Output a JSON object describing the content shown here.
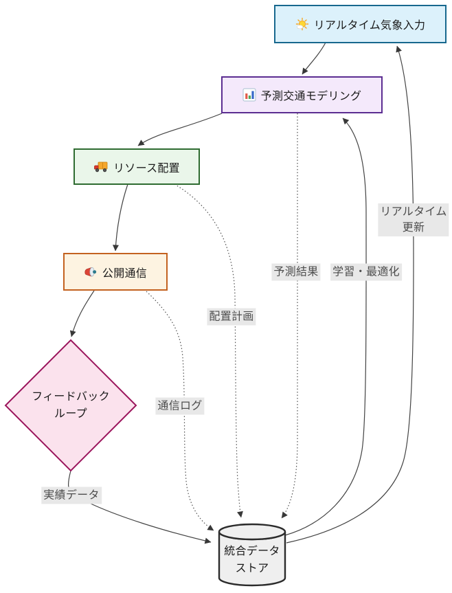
{
  "diagram": {
    "nodes": {
      "weather_input": {
        "label": "リアルタイム気象入力",
        "icon": "sun-icon",
        "fill": "#dcf1fb",
        "stroke": "#17688e"
      },
      "traffic_modeling": {
        "label": "予測交通モデリング",
        "icon": "bar-chart-icon",
        "fill": "#f4e9fb",
        "stroke": "#5b2d91"
      },
      "resource_allocation": {
        "label": "リソース配置",
        "icon": "truck-icon",
        "fill": "#eaf6ea",
        "stroke": "#2e6b30"
      },
      "public_communication": {
        "label": "公開通信",
        "icon": "megaphone-icon",
        "fill": "#fdf3e1",
        "stroke": "#c3611f"
      },
      "feedback_loop": {
        "label_line1": "フィードバック",
        "label_line2": "ループ",
        "fill": "#fbe2ed",
        "stroke": "#9b155c"
      },
      "data_store": {
        "label_line1": "統合データ",
        "label_line2": "ストア",
        "fill": "#efefef",
        "stroke": "#2b2b2b"
      }
    },
    "edge_labels": {
      "realtime_update": {
        "line1": "リアルタイム",
        "line2": "更新"
      },
      "learning_optimization": "学習・最適化",
      "prediction_result": "予測結果",
      "placement_plan": "配置計画",
      "communication_log": "通信ログ",
      "actual_data": "実績データ"
    },
    "colors": {
      "edge": "#424242",
      "edge_label_bg": "#e8e8e8",
      "edge_label_text": "#4d4d4d",
      "node_text": "#1a1a1a",
      "background": "#ffffff"
    }
  }
}
